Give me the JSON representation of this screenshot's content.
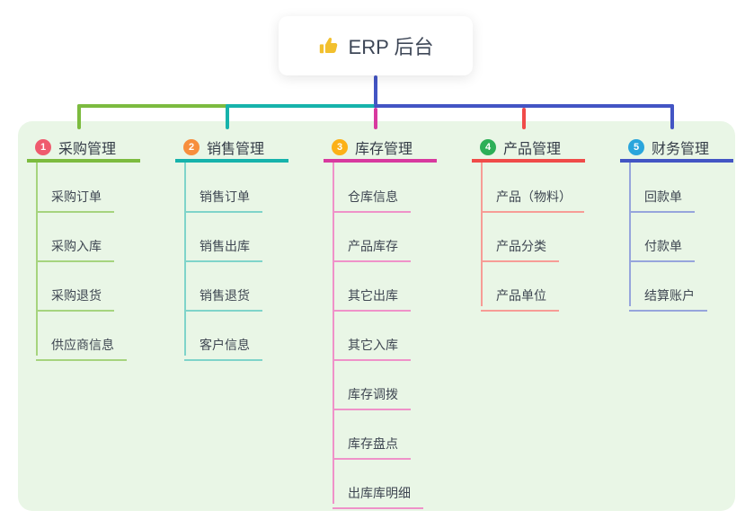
{
  "root": {
    "label": "ERP 后台",
    "icon": "thumbs-up-icon",
    "connector_color": "#4355C4"
  },
  "colors": {
    "panel_background": "#E9F6E6",
    "canvas_background": "#FFFFFF",
    "root_text": "#3E4757",
    "heading_text": "#353D48",
    "child_text": "#3F4752",
    "thumb_icon": "#F2C02E"
  },
  "branches": [
    {
      "num": "1",
      "label": "采购管理",
      "badge_color": "#EF5A6E",
      "line_color": "#7CBB3F",
      "child_line_color": "#A6D47E",
      "children": [
        "采购订单",
        "采购入库",
        "采购退货",
        "供应商信息"
      ]
    },
    {
      "num": "2",
      "label": "销售管理",
      "badge_color": "#F78E3D",
      "line_color": "#16B3AB",
      "child_line_color": "#7FD4CA",
      "children": [
        "销售订单",
        "销售出库",
        "销售退货",
        "客户信息"
      ]
    },
    {
      "num": "3",
      "label": "库存管理",
      "badge_color": "#FCB117",
      "line_color": "#D8399F",
      "child_line_color": "#EF92C9",
      "children": [
        "仓库信息",
        "产品库存",
        "其它出库",
        "其它入库",
        "库存调拨",
        "库存盘点",
        "出库库明细"
      ]
    },
    {
      "num": "4",
      "label": "产品管理",
      "badge_color": "#2CAF57",
      "line_color": "#F04B49",
      "child_line_color": "#F79C96",
      "children": [
        "产品（物料）",
        "产品分类",
        "产品单位"
      ]
    },
    {
      "num": "5",
      "label": "财务管理",
      "badge_color": "#2AA5DC",
      "line_color": "#4355C4",
      "child_line_color": "#96A5DC",
      "children": [
        "回款单",
        "付款单",
        "结算账户"
      ]
    }
  ]
}
